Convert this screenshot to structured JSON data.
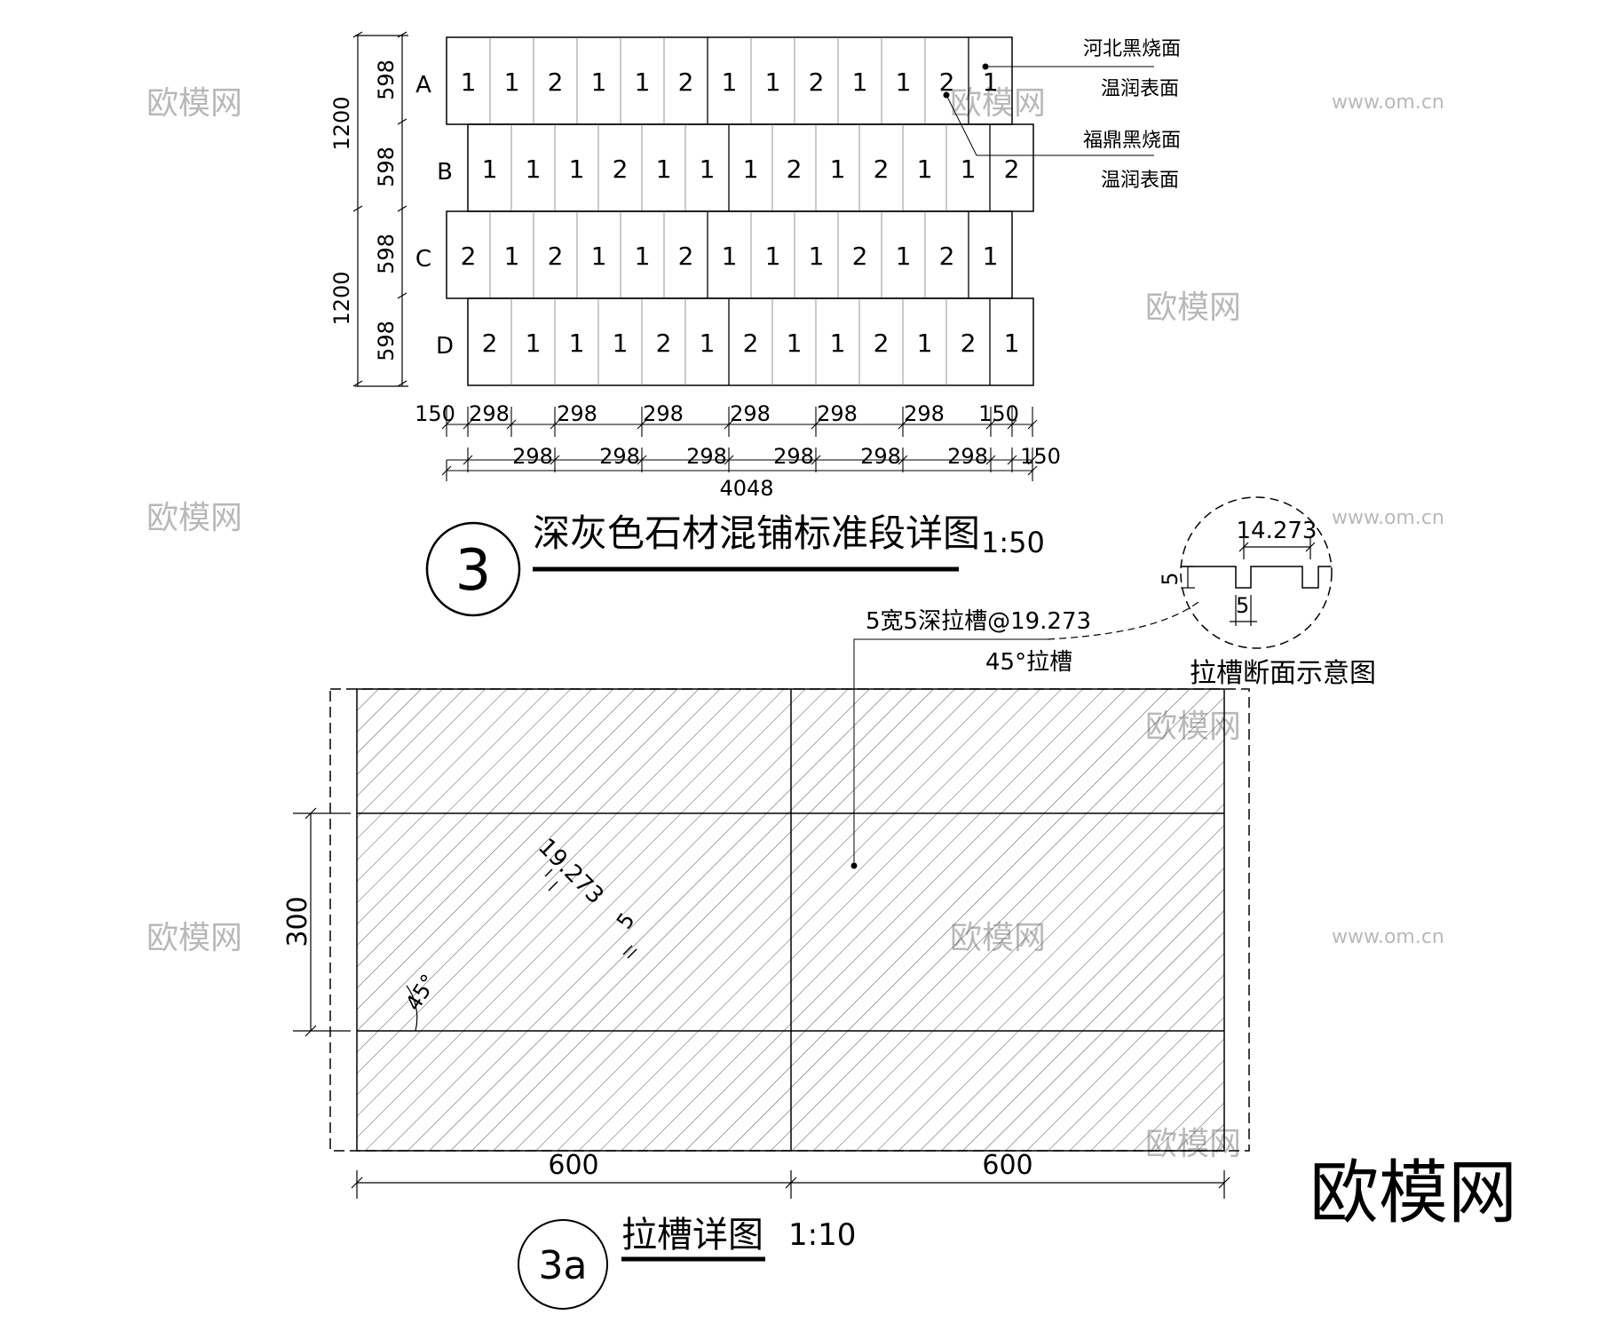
{
  "detail3": {
    "rows": [
      {
        "letter": "A",
        "tiles": [
          "1",
          "1",
          "2",
          "1",
          "1",
          "2",
          "1",
          "1",
          "2",
          "1",
          "1",
          "2",
          "1"
        ]
      },
      {
        "letter": "B",
        "tiles": [
          "1",
          "1",
          "1",
          "2",
          "1",
          "1",
          "1",
          "2",
          "1",
          "2",
          "1",
          "1",
          "2"
        ]
      },
      {
        "letter": "C",
        "tiles": [
          "2",
          "1",
          "2",
          "1",
          "1",
          "2",
          "1",
          "1",
          "1",
          "2",
          "1",
          "2",
          "1"
        ]
      },
      {
        "letter": "D",
        "tiles": [
          "2",
          "1",
          "1",
          "1",
          "2",
          "1",
          "2",
          "1",
          "1",
          "2",
          "1",
          "2",
          "1"
        ]
      }
    ],
    "row_heights": [
      "598",
      "598",
      "598",
      "598"
    ],
    "group_heights": [
      "1200",
      "1200"
    ],
    "dims_row1": [
      "150",
      "298",
      "298",
      "298",
      "298",
      "298",
      "298",
      "150"
    ],
    "dims_row2": [
      "298",
      "298",
      "298",
      "298",
      "298",
      "298",
      "150"
    ],
    "total_width": "4048",
    "labels": {
      "material1_line1": "河北黑烧面",
      "material1_line2": "温润表面",
      "material2_line1": "福鼎黑烧面",
      "material2_line2": "温润表面"
    },
    "title": {
      "number": "3",
      "text": "深灰色石材混铺标准段详图",
      "scale": "1:50"
    }
  },
  "detail3a": {
    "title": {
      "number": "3a",
      "text": "拉槽详图",
      "scale": "1:10"
    },
    "width_dims": [
      "600",
      "600"
    ],
    "height_dim": "300",
    "spacing_label": "19.273",
    "groove_width_label": "5",
    "angle_label": "45°",
    "callout_line1": "5宽5深拉槽@19.273",
    "callout_line2": "45°拉槽",
    "section": {
      "title": "拉槽断面示意图",
      "top_dim": "14.273",
      "depth_dim": "5",
      "width_dim": "5"
    },
    "hatch_angle_deg": 45
  },
  "watermark": {
    "logo_text": "欧模网",
    "url_text": "www.om.cn"
  }
}
